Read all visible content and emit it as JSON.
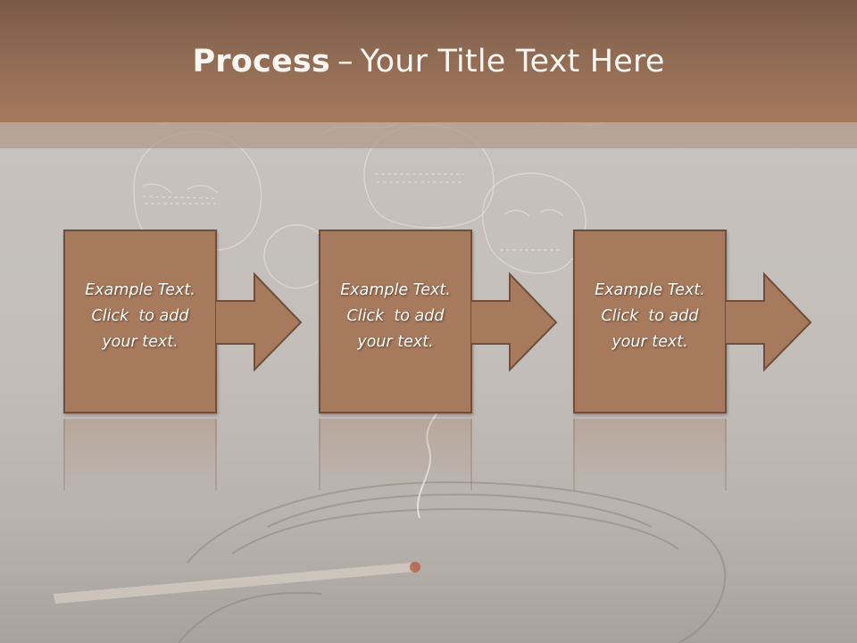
{
  "slide": {
    "title_bold": "Process",
    "title_separator": "–",
    "title_rest": "Your Title Text Here"
  },
  "steps": [
    {
      "lines": [
        "Example Text.",
        "Click  to add",
        "your text."
      ]
    },
    {
      "lines": [
        "Example Text.",
        "Click  to add",
        "your text."
      ]
    },
    {
      "lines": [
        "Example Text.",
        "Click  to add",
        "your text."
      ]
    }
  ],
  "colors": {
    "title_band": "#a6795c",
    "box_fill": "#a77a5d",
    "box_border": "#6f4f3c",
    "background": "#c6c1bc"
  },
  "icons": {
    "step_connector": "right-arrow-icon",
    "background_image": "skull-smoke-ashtray-photo"
  }
}
